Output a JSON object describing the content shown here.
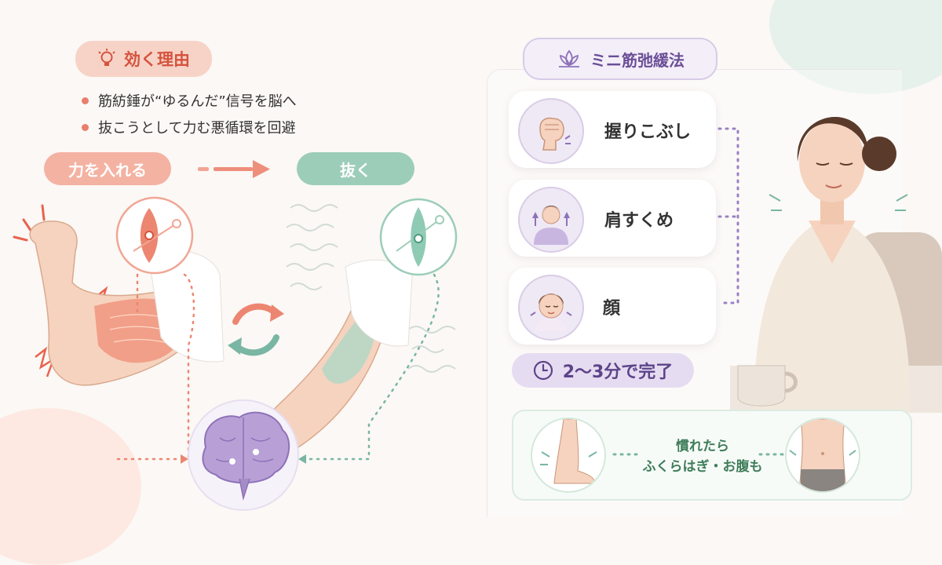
{
  "left": {
    "reason_badge": "効く理由",
    "bullets": [
      "筋紡錘が“ゆるんだ”信号を脳へ",
      "抜こうとして力む悪循環を回避"
    ],
    "tense_label": "力を入れる",
    "release_label": "抜く"
  },
  "right": {
    "title": "ミニ筋弛緩法",
    "steps": [
      {
        "label": "握りこぶし",
        "icon": "fist-icon"
      },
      {
        "label": "肩すくめ",
        "icon": "shoulder-shrug-icon"
      },
      {
        "label": "顔",
        "icon": "face-icon"
      }
    ],
    "duration": "2〜3分で完了",
    "bottom_line1": "慣れたら",
    "bottom_line2": "ふくらはぎ・お腹も"
  },
  "colors": {
    "coral": "#ea7e6c",
    "teal": "#79b6a3",
    "lavender": "#8e72b8",
    "green_text": "#3f7d5a"
  }
}
